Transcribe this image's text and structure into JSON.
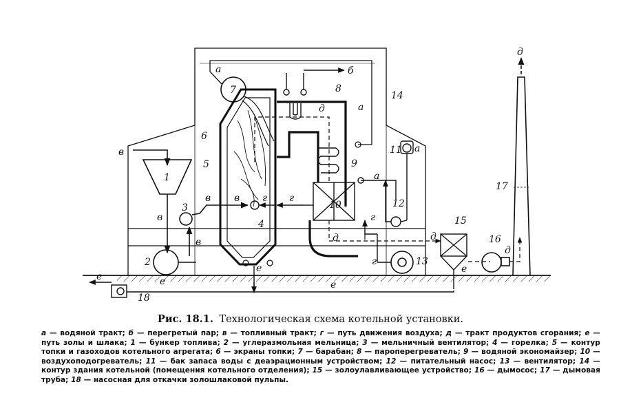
{
  "figure": {
    "label": "Рис. 18.1.",
    "title": "Технологическая схема котельной установки."
  },
  "letters": {
    "a": "а",
    "b": "б",
    "v": "в",
    "g": "г",
    "d": "д",
    "e": "е"
  },
  "numbers": {
    "n1": "1",
    "n2": "2",
    "n3": "3",
    "n4": "4",
    "n5": "5",
    "n6": "6",
    "n7": "7",
    "n8": "8",
    "n9": "9",
    "n10": "10",
    "n11": "11",
    "n12": "12",
    "n13": "13",
    "n14": "14",
    "n15": "15",
    "n16": "16",
    "n17": "17",
    "n18": "18"
  },
  "legend": [
    {
      "key": "а",
      "text": "— водяной тракт;"
    },
    {
      "key": "б",
      "text": "— перегретый пар;"
    },
    {
      "key": "в",
      "text": "— топливный тракт;"
    },
    {
      "key": "г",
      "text": "— путь движения воздуха;"
    },
    {
      "key": "д",
      "text": "— тракт продуктов сгорания;"
    },
    {
      "key": "е",
      "text": "— путь золы и шлака;"
    },
    {
      "key": "1",
      "text": "— бункер топлива;"
    },
    {
      "key": "2",
      "text": "— углеразмольная мельница;"
    },
    {
      "key": "3",
      "text": "— мельничный вентилятор;"
    },
    {
      "key": "4",
      "text": "— горелка;"
    },
    {
      "key": "5",
      "text": "— контур топки и газоходов котельного агрегата;"
    },
    {
      "key": "6",
      "text": "— экраны топки;"
    },
    {
      "key": "7",
      "text": "— барабан;"
    },
    {
      "key": "8",
      "text": "— пароперегреватель;"
    },
    {
      "key": "9",
      "text": "— водяной экономайзер;"
    },
    {
      "key": "10",
      "text": "— воздухоподогреватель;"
    },
    {
      "key": "11",
      "text": "— бак запаса воды с деаэрационным устройством;"
    },
    {
      "key": "12",
      "text": "— питательный насос;"
    },
    {
      "key": "13",
      "text": "— вентилятор;"
    },
    {
      "key": "14",
      "text": "— контур здания котельной (помещения котельного отделения);"
    },
    {
      "key": "15",
      "text": "— золоулавливающее устройство;"
    },
    {
      "key": "16",
      "text": "— дымосос;"
    },
    {
      "key": "17",
      "text": "— дымовая труба;"
    },
    {
      "key": "18",
      "text": "— насосная для откачки золошлаковой пульпы."
    }
  ]
}
